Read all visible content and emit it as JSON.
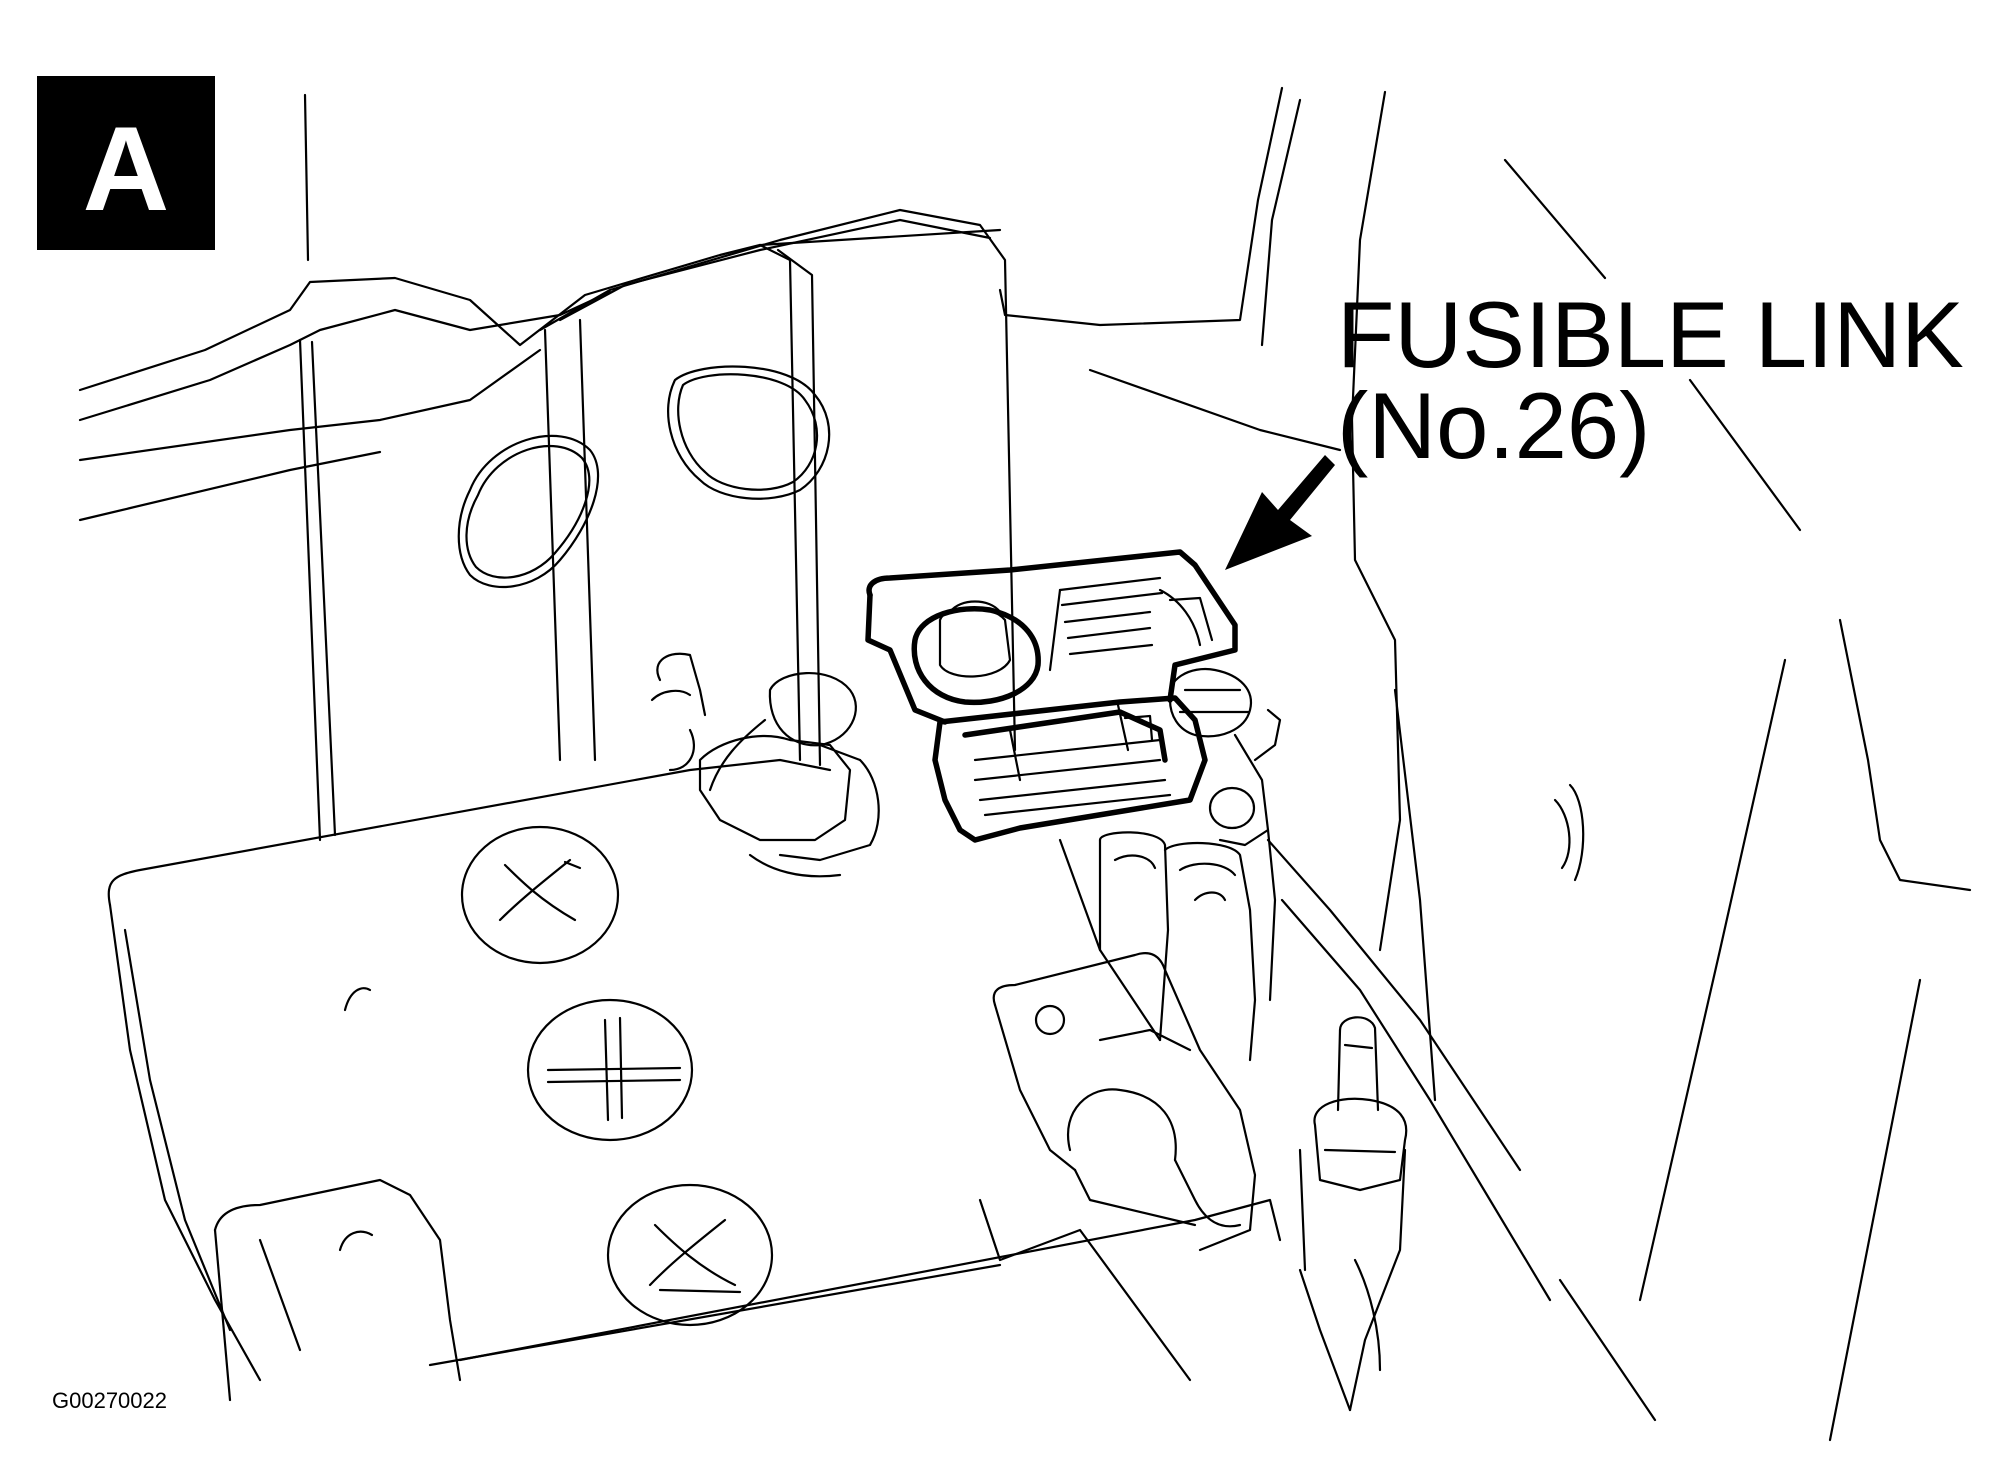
{
  "view_label": "A",
  "callout": {
    "line1": "FUSIBLE LINK",
    "line2": "(No.26)"
  },
  "figure_id": "G00270022",
  "colors": {
    "ink": "#000000",
    "paper": "#ffffff"
  }
}
